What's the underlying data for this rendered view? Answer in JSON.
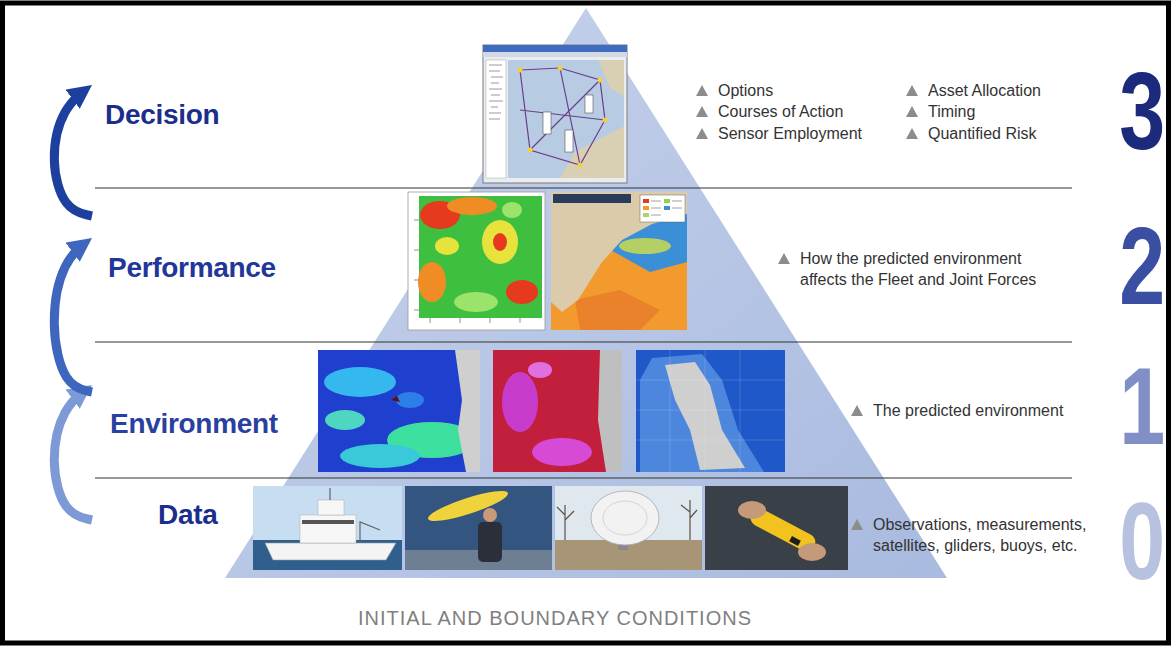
{
  "diagram": {
    "nodes": [
      {
        "text": [
          "Decision",
          "Options",
          "Courses of Action",
          "Sensor Employment",
          "Asset Allocation",
          "Timing",
          "Quantified Risk",
          "3"
        ]
      },
      {
        "text": [
          "Performance",
          "How the predicted environment affects the Fleet and Joint Forces",
          "2"
        ]
      },
      {
        "text": [
          "Environment",
          "The predicted environment",
          "1"
        ]
      },
      {
        "text": [
          "Data",
          "Observations, measurements, satellites, gliders, buoys, etc.",
          "0"
        ]
      }
    ],
    "edges": [
      {
        "from": 3,
        "to": 2,
        "arrow": "to"
      },
      {
        "from": 2,
        "to": 1,
        "arrow": "to"
      },
      {
        "from": 1,
        "to": 0,
        "arrow": "to"
      }
    ],
    "labels": [
      "INITIAL AND BOUNDARY CONDITIONS"
    ]
  }
}
